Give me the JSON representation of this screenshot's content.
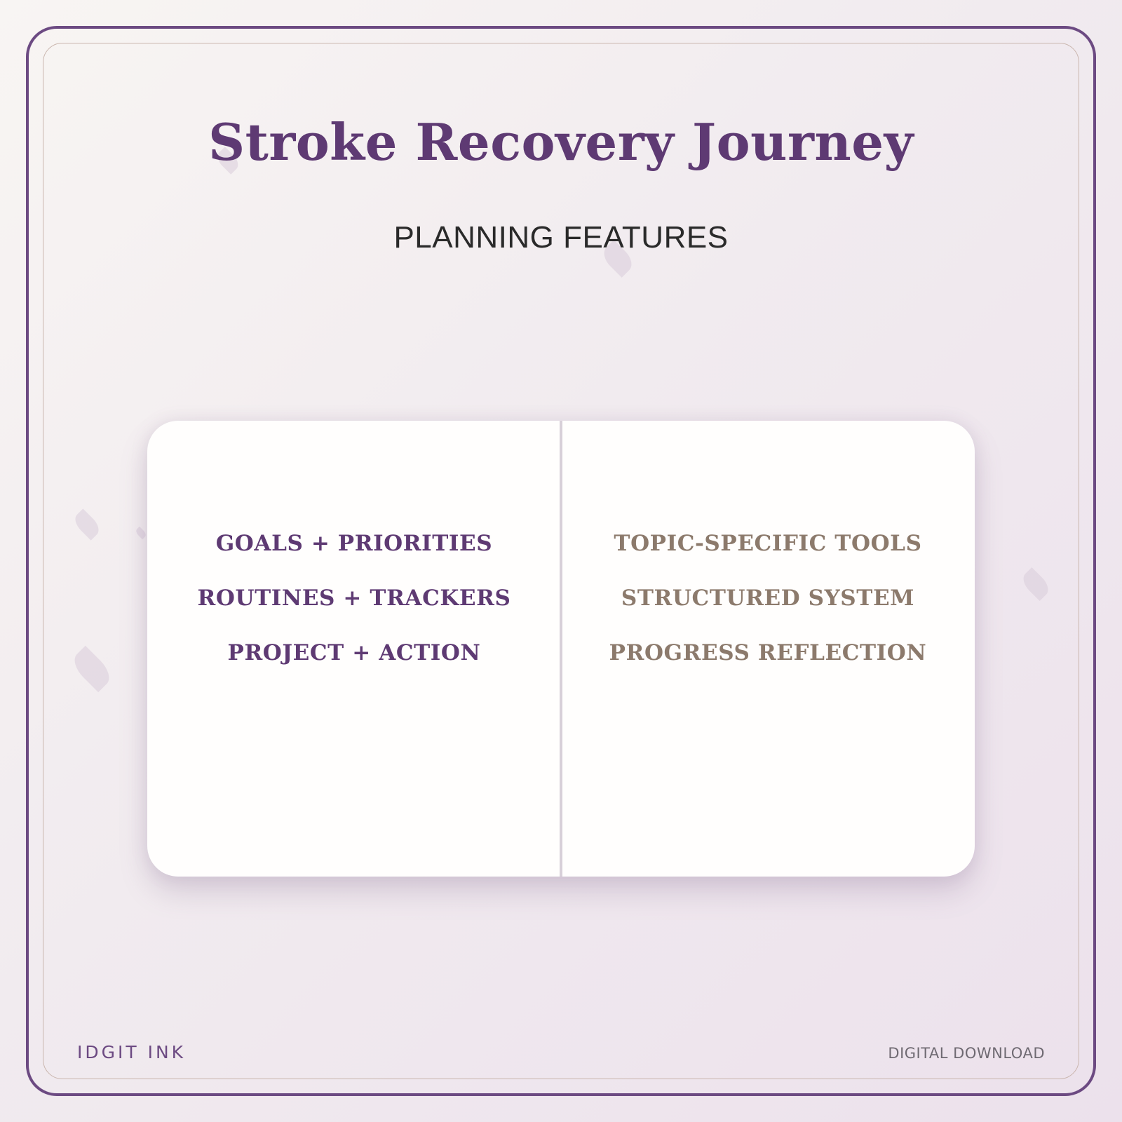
{
  "header": {
    "title": "Stroke Recovery Journey",
    "subtitle": "PLANNING FEATURES"
  },
  "features": {
    "left": [
      "GOALS + PRIORITIES",
      "ROUTINES + TRACKERS",
      "PROJECT + ACTION"
    ],
    "right": [
      "TOPIC-SPECIFIC TOOLS",
      "STRUCTURED SYSTEM",
      "PROGRESS REFLECTION"
    ]
  },
  "footer": {
    "brand": "IDGIT INK",
    "label": "DIGITAL DOWNLOAD"
  },
  "colors": {
    "accent": "#5e3a73",
    "secondary": "#8c7a6c",
    "frame": "#6c4a82"
  }
}
